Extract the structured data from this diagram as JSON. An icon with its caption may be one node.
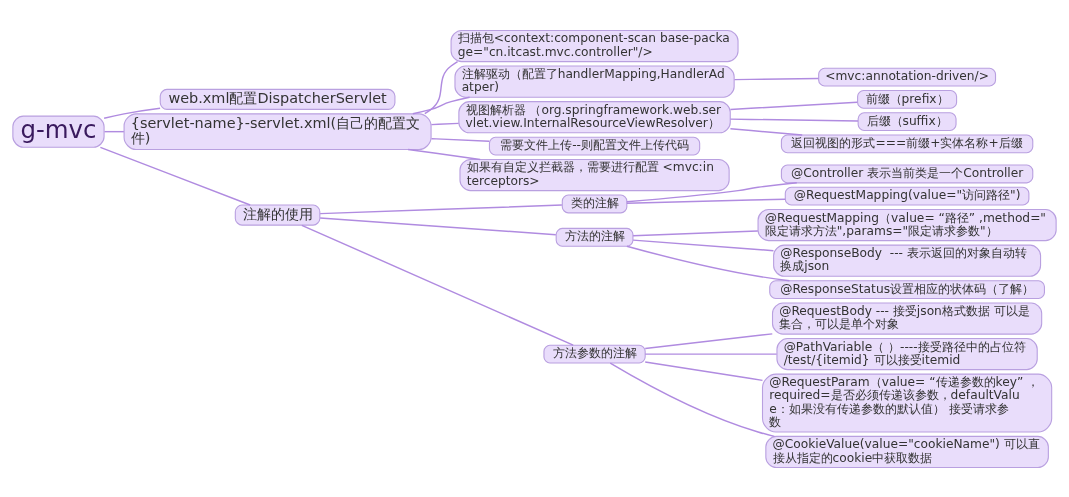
{
  "diagram": {
    "nodes": [
      {
        "text": [
          "g-mvc"
        ]
      },
      {
        "text": [
          "web.xml配置DispatcherServlet"
        ]
      },
      {
        "text": [
          "{servlet-name}-servlet.xml(自己的配置文件)"
        ]
      },
      {
        "text": [
          "扫描包<context:component-scan base-package=\"cn.itcast.mvc.controller\"/>"
        ]
      },
      {
        "text": [
          "注解驱动（配置了handlerMapping,HandlerAdatper)"
        ]
      },
      {
        "text": [
          "<mvc:annotation-driven/>"
        ]
      },
      {
        "text": [
          "视图解析器 （org.springframework.web.servlet.view.InternalResourceViewResolver）"
        ]
      },
      {
        "text": [
          "前缀（prefix）"
        ]
      },
      {
        "text": [
          "后缀（suffix）"
        ]
      },
      {
        "text": [
          "返回视图的形式===前缀+实体名称+后缀"
        ]
      },
      {
        "text": [
          "需要文件上传--则配置文件上传代码"
        ]
      },
      {
        "text": [
          "如果有自定义拦截器，需要进行配置 <mvc:interceptors>"
        ]
      },
      {
        "text": [
          "注解的使用"
        ]
      },
      {
        "text": [
          "类的注解"
        ]
      },
      {
        "text": [
          "@Controller 表示当前类是一个Controller"
        ]
      },
      {
        "text": [
          "@RequestMapping(value=\"访问路径\")"
        ]
      },
      {
        "text": [
          "方法的注解"
        ]
      },
      {
        "text": [
          "@RequestMapping（value= “路径” ,method=\"限定请求方法\",params=\"限定请求参数\"）"
        ]
      },
      {
        "text": [
          "@ResponseBody  --- 表示返回的对象自动转换成json"
        ]
      },
      {
        "text": [
          "@ResponseStatus设置相应的状体码（了解）"
        ]
      },
      {
        "text": [
          "方法参数的注解"
        ]
      },
      {
        "text": [
          "@RequestBody --- 接受json格式数据 可以是集合，可以是单个对象"
        ]
      },
      {
        "text": [
          "@PathVariable（ ）----接受路径中的占位符 /test/{itemid} 可以接受itemid"
        ]
      },
      {
        "text": [
          "@RequestParam（value= “传递参数的key” ，required=是否必须传递该参数，defaultValue：如果没有传递参数的默认值） 接受请求参数"
        ]
      },
      {
        "text": [
          "@CookieValue(value=\"cookieName\") 可以直接从指定的cookie中获取数据"
        ]
      }
    ],
    "edges": [
      {
        "from": 0,
        "to": 1,
        "arrow": "none"
      },
      {
        "from": 0,
        "to": 2,
        "arrow": "none"
      },
      {
        "from": 2,
        "to": 3,
        "arrow": "none"
      },
      {
        "from": 2,
        "to": 4,
        "arrow": "none"
      },
      {
        "from": 4,
        "to": 5,
        "arrow": "none"
      },
      {
        "from": 2,
        "to": 6,
        "arrow": "none"
      },
      {
        "from": 6,
        "to": 7,
        "arrow": "none"
      },
      {
        "from": 6,
        "to": 8,
        "arrow": "none"
      },
      {
        "from": 6,
        "to": 9,
        "arrow": "none"
      },
      {
        "from": 2,
        "to": 10,
        "arrow": "none"
      },
      {
        "from": 2,
        "to": 11,
        "arrow": "none"
      },
      {
        "from": 0,
        "to": 12,
        "arrow": "none"
      },
      {
        "from": 12,
        "to": 13,
        "arrow": "none"
      },
      {
        "from": 13,
        "to": 14,
        "arrow": "none"
      },
      {
        "from": 13,
        "to": 15,
        "arrow": "none"
      },
      {
        "from": 12,
        "to": 16,
        "arrow": "none"
      },
      {
        "from": 16,
        "to": 17,
        "arrow": "none"
      },
      {
        "from": 16,
        "to": 18,
        "arrow": "none"
      },
      {
        "from": 16,
        "to": 19,
        "arrow": "none"
      },
      {
        "from": 12,
        "to": 20,
        "arrow": "none"
      },
      {
        "from": 20,
        "to": 21,
        "arrow": "none"
      },
      {
        "from": 20,
        "to": 22,
        "arrow": "none"
      },
      {
        "from": 20,
        "to": 23,
        "arrow": "none"
      },
      {
        "from": 20,
        "to": 24,
        "arrow": "none"
      }
    ]
  }
}
